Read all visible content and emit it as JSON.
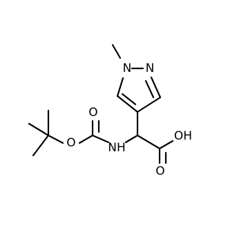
{
  "molecule": {
    "atoms": {
      "n_methyl": "N",
      "n_ring": "N",
      "o_ester": "O",
      "o_carbonyl": "O",
      "n_amide": "NH",
      "o_hydroxyl": "OH",
      "o_acid": "O"
    }
  }
}
